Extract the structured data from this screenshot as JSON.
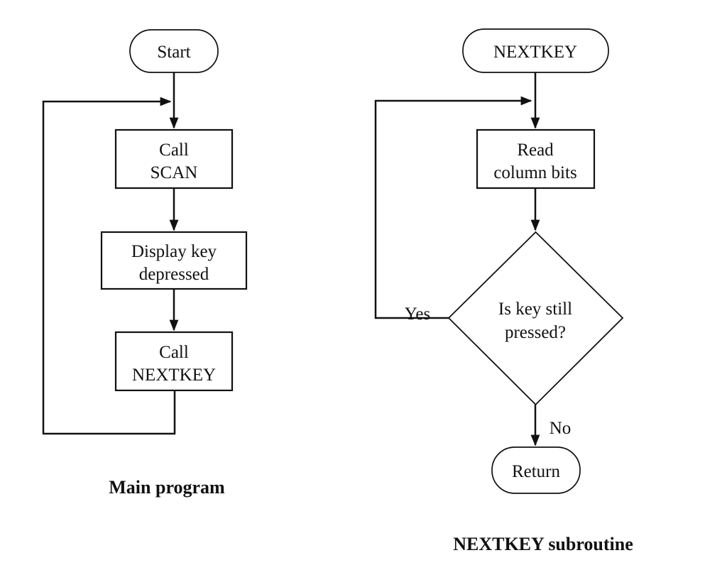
{
  "diagram": {
    "background_color": "#ffffff",
    "ink_color": "#111111"
  },
  "main_program": {
    "title": "Main program",
    "start_label": "Start",
    "call_scan": {
      "line1": "Call",
      "line2": "SCAN"
    },
    "display_key": {
      "line1": "Display key",
      "line2": "depressed"
    },
    "call_nextkey": {
      "line1": "Call",
      "line2": "NEXTKEY"
    }
  },
  "nextkey_subroutine": {
    "title": "NEXTKEY subroutine",
    "start_label": "NEXTKEY",
    "read_column": {
      "line1": "Read",
      "line2": "column bits"
    },
    "decision": {
      "line1": "Is key still",
      "line2": "pressed?"
    },
    "yes_label": "Yes",
    "no_label": "No",
    "return_label": "Return"
  }
}
